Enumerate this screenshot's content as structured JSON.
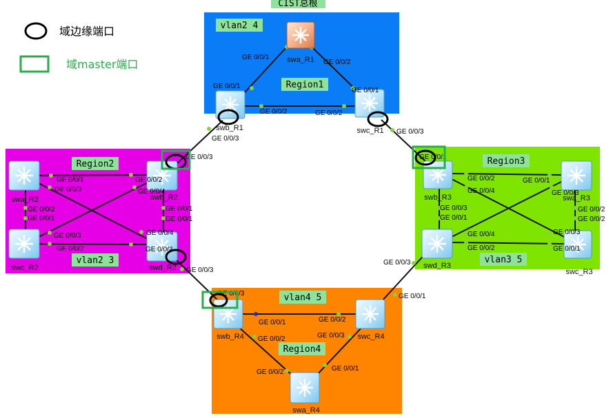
{
  "colors": {
    "region1": "#0a7cf5",
    "region2": "#e600e6",
    "region3": "#7fe500",
    "region4": "#ff8400",
    "label_box": "#8ee39a",
    "edge_marker": "#000000",
    "master_marker": "#27ae4a",
    "link": "#111111",
    "port_dot": "#8ccf3c"
  },
  "cist_root_label": "CIST总根",
  "legend": {
    "edge_label": "域边缘端口",
    "master_label": "域master端口"
  },
  "regions": {
    "r1": {
      "name": "Region1",
      "vlan": "vlan2 4"
    },
    "r2": {
      "name": "Region2",
      "vlan": "vlan2 3"
    },
    "r3": {
      "name": "Region3",
      "vlan": "vlan3 5"
    },
    "r4": {
      "name": "Region4",
      "vlan": "vlan4 5"
    }
  },
  "devices": {
    "swa_R1": "swa_R1",
    "swb_R1": "swb_R1",
    "swc_R1": "swc_R1",
    "swa_R2": "swa_R2",
    "swb_R2": "swb_R2",
    "swc_R2": "swc_R2",
    "swd_R2": "swd_R2",
    "swa_R3": "swa_R3",
    "swb_R3": "swb_R3",
    "swc_R3": "swc_R3",
    "swd_R3": "swd_R3",
    "swa_R4": "swa_R4",
    "swb_R4": "swb_R4",
    "swc_R4": "swc_R4"
  },
  "ports": {
    "ge001": "GE 0/0/1",
    "ge002": "GE 0/0/2",
    "ge003": "GE 0/0/3",
    "ge004": "GE 0/0/4"
  }
}
